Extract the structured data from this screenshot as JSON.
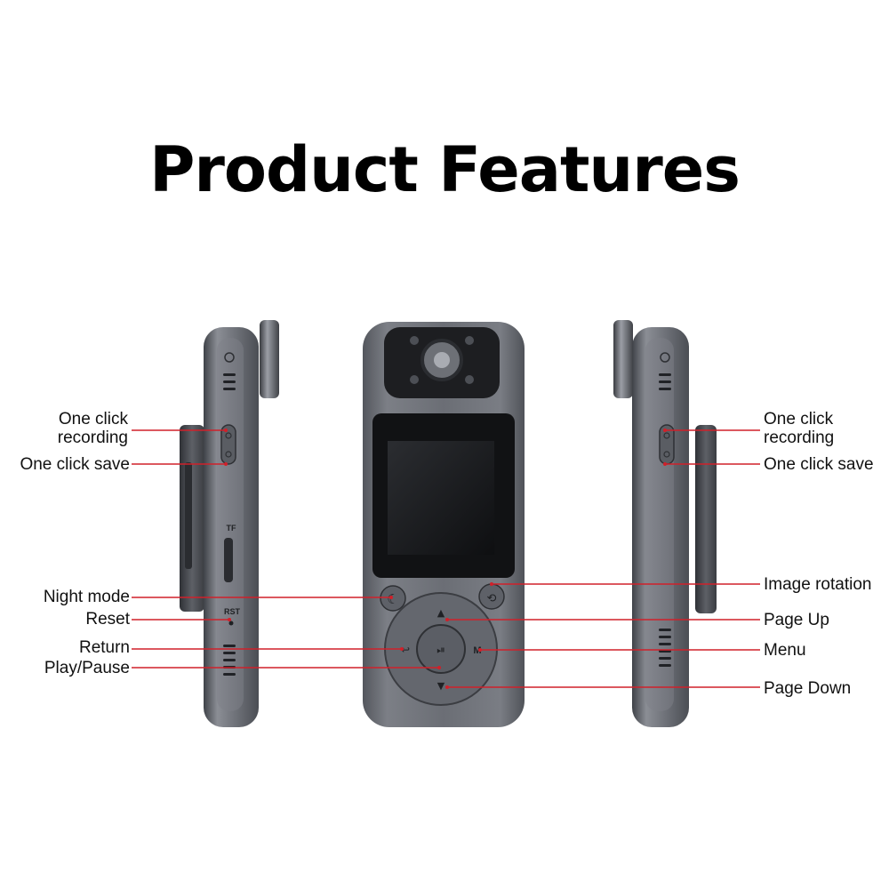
{
  "title": "Product Features",
  "labels": {
    "left": {
      "one_click_recording_l1": "One click",
      "one_click_recording_l2": "recording",
      "one_click_save": "One click save",
      "night_mode": "Night mode",
      "reset": "Reset",
      "return": "Return",
      "play_pause": "Play/Pause"
    },
    "right": {
      "one_click_recording_l1": "One click",
      "one_click_recording_l2": "recording",
      "one_click_save": "One click save",
      "image_rotation": "Image rotation",
      "page_up": "Page Up",
      "menu": "Menu",
      "page_down": "Page Down"
    }
  },
  "device_text": {
    "tf_label": "TF",
    "rst_label": "RST",
    "menu_key": "M"
  },
  "colors": {
    "callout_line": "#d0202a",
    "device_body": "#6f7279",
    "background": "#ffffff"
  }
}
